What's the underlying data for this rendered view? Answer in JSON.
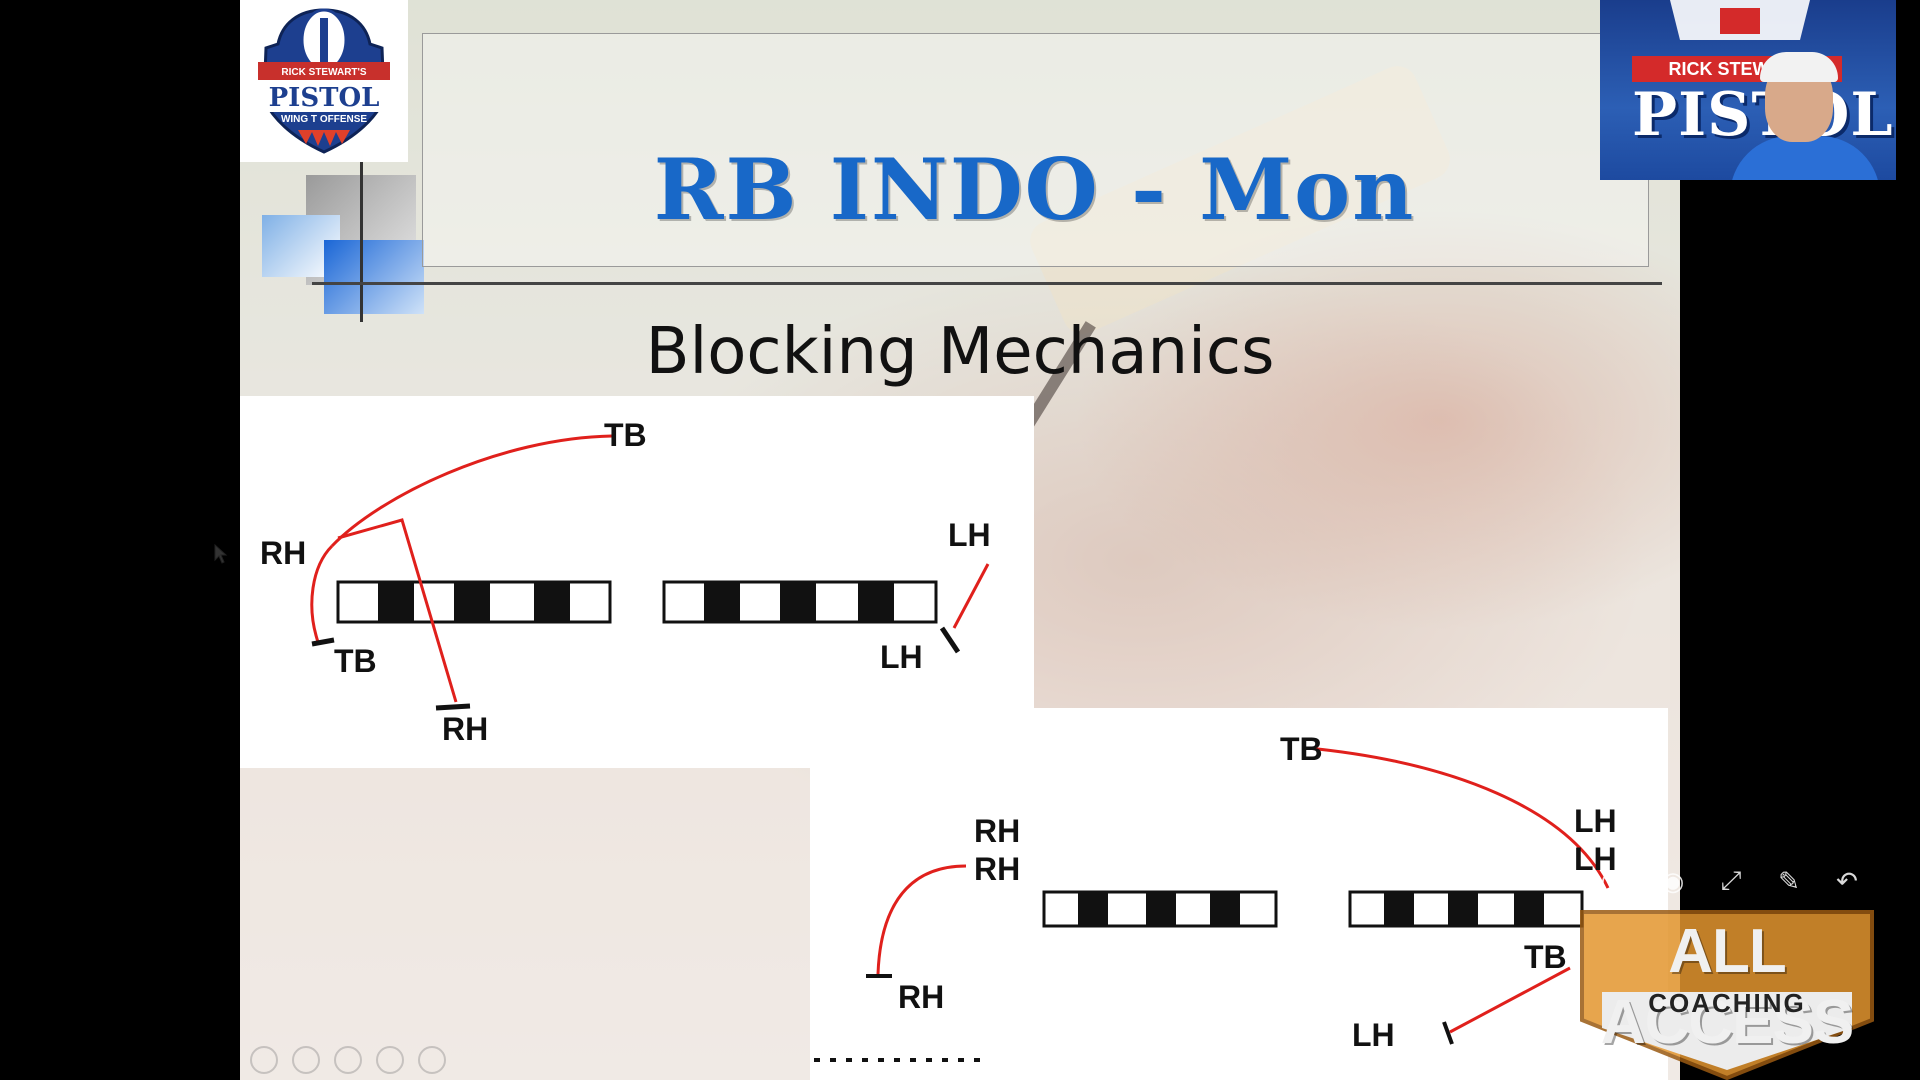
{
  "slide": {
    "title": "RB INDO - Mon",
    "subtitle": "Blocking Mechanics"
  },
  "logo": {
    "line1": "RICK STEWART'S",
    "line2": "PISTOL",
    "line3": "WING T OFFENSE"
  },
  "diagram1": {
    "labels": {
      "tb_top": "TB",
      "rh_mid": "RH",
      "lh_top": "LH",
      "tb_low": "TB",
      "rh_low": "RH",
      "lh_low": "LH"
    }
  },
  "diagram2": {
    "labels": {
      "tb_top": "TB",
      "lh_1": "LH",
      "lh_2": "LH",
      "rh_1": "RH",
      "rh_2": "RH",
      "rh_low": "RH",
      "tb_low": "TB",
      "lh_low": "LH"
    }
  },
  "webcam": {
    "banner": "RICK STEWART",
    "logo_text": "PISTOL"
  },
  "badge": {
    "title": "ALL ACCESS",
    "subtitle": "COACHING"
  },
  "toolbar": {
    "tools": [
      "circle-icon",
      "sphere-icon",
      "resize-icon",
      "pen-icon",
      "undo-icon"
    ]
  },
  "colors": {
    "title_blue": "#1868c8",
    "route_red": "#e0201c",
    "badge_orange": "#e3962f"
  }
}
